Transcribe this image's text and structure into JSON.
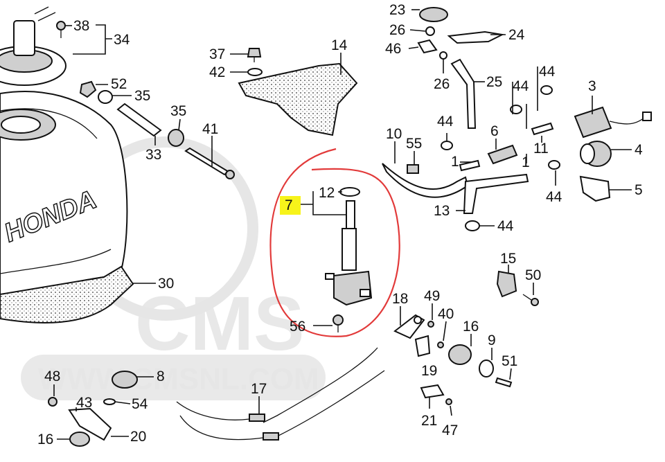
{
  "watermark": {
    "brand": "CMS",
    "site": "WWW.CMSNL.COM"
  },
  "tank_badge": "HONDA",
  "highlighted_callout": "7",
  "highlight_color": "#f7f31a",
  "loop_color": "#e23a3a",
  "callouts": {
    "c1a": "1",
    "c1b": "1",
    "c3": "3",
    "c4": "4",
    "c5": "5",
    "c6": "6",
    "c7": "7",
    "c8": "8",
    "c9": "9",
    "c10": "10",
    "c11": "11",
    "c12": "12",
    "c13": "13",
    "c14": "14",
    "c15": "15",
    "c16a": "16",
    "c16b": "16",
    "c17": "17",
    "c18": "18",
    "c19": "19",
    "c20": "20",
    "c21": "21",
    "c23": "23",
    "c24": "24",
    "c25": "25",
    "c26a": "26",
    "c26b": "26",
    "c30": "30",
    "c33": "33",
    "c34": "34",
    "c35a": "35",
    "c35b": "35",
    "c37": "37",
    "c38": "38",
    "c40": "40",
    "c41": "41",
    "c42": "42",
    "c43": "43",
    "c44a": "44",
    "c44b": "44",
    "c44c": "44",
    "c44d": "44",
    "c44e": "44",
    "c46": "46",
    "c47": "47",
    "c48": "48",
    "c49": "49",
    "c50": "50",
    "c51": "51",
    "c52": "52",
    "c54": "54",
    "c55": "55",
    "c56": "56"
  }
}
